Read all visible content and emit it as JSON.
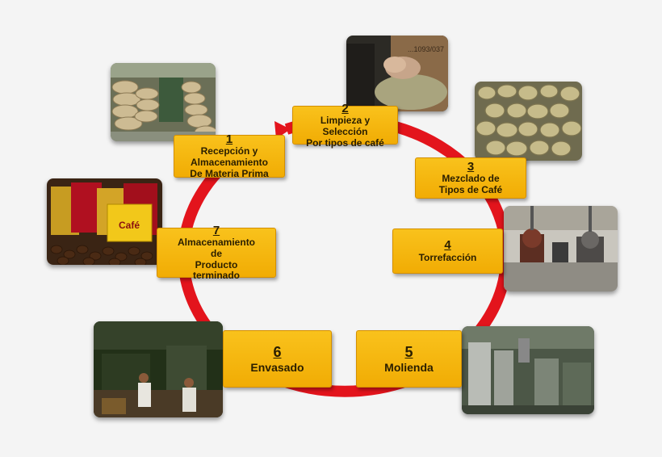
{
  "steps": [
    {
      "number": "1",
      "label": "Recepción y\nAlmacenamiento\nDe Materia Prima"
    },
    {
      "number": "2",
      "label": "Limpieza y\nSelección\nPor tipos de café"
    },
    {
      "number": "3",
      "label": "Mezclado de\nTipos de Café"
    },
    {
      "number": "4",
      "label": "Torrefacción"
    },
    {
      "number": "5",
      "label": "Molienda"
    },
    {
      "number": "6",
      "label": "Envasado"
    },
    {
      "number": "7",
      "label": "Almacenamiento\nde\nProducto\nterminado"
    }
  ],
  "photo_labels": {
    "sack_text_1": "...1093/037",
    "product_brand": "Café"
  },
  "colors": {
    "ring": "#e3141c",
    "box": "#f5b80f",
    "box_text": "#2a1e00"
  }
}
